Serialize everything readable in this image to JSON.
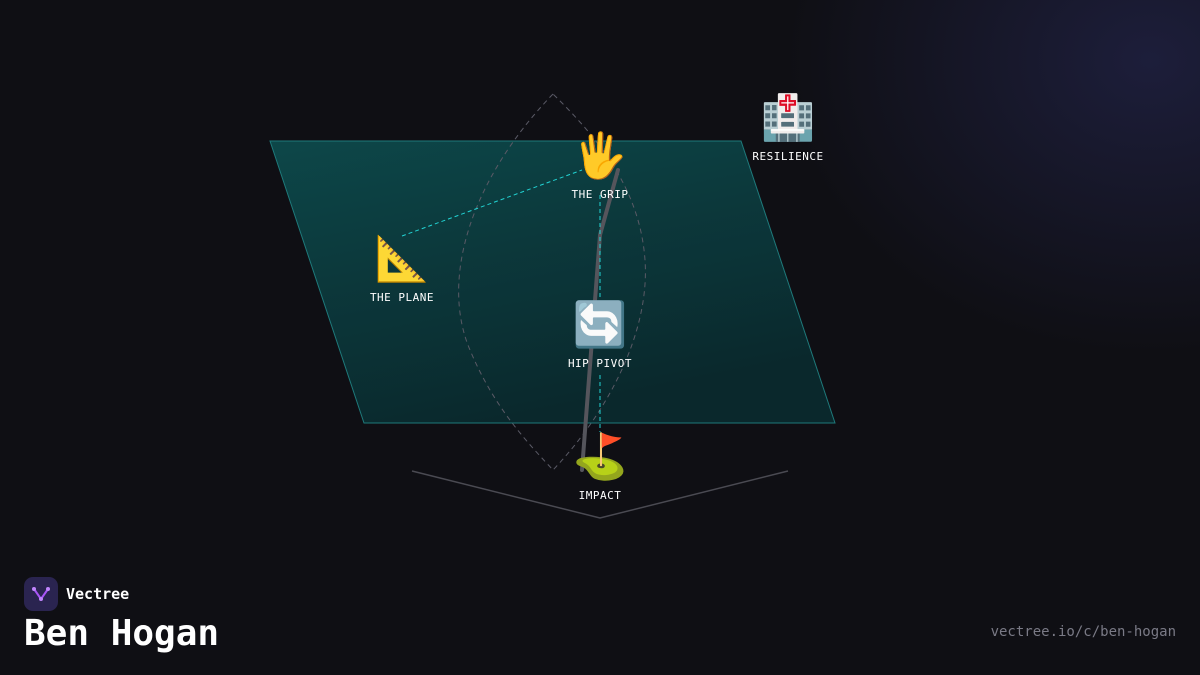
{
  "brand": {
    "name": "Vectree",
    "logo_icon": "vectree-logo-icon",
    "accent": "#a855f7"
  },
  "title": "Ben Hogan",
  "url": "vectree.io/c/ben-hogan",
  "colors": {
    "plane_fill": "#0b3a3d",
    "plane_stroke": "#1f7f80",
    "connector": "#22d3d3",
    "arc": "#5a5a66",
    "club": "#55555c",
    "base": "#4a4a52"
  },
  "nodes": [
    {
      "id": "the-grip",
      "label": "THE GRIP",
      "icon": "hand-icon",
      "glyph": "🖐️"
    },
    {
      "id": "resilience",
      "label": "RESILIENCE",
      "icon": "hospital-icon",
      "glyph": "🏥"
    },
    {
      "id": "the-plane",
      "label": "THE PLANE",
      "icon": "triangular-ruler-icon",
      "glyph": "📐"
    },
    {
      "id": "hip-pivot",
      "label": "HIP PIVOT",
      "icon": "rotate-arrows-icon",
      "glyph": "🔄"
    },
    {
      "id": "impact",
      "label": "IMPACT",
      "icon": "golf-flag-icon",
      "glyph": "⛳"
    }
  ],
  "connections": [
    {
      "from": "the-plane",
      "to": "the-grip"
    },
    {
      "from": "the-grip",
      "to": "hip-pivot"
    },
    {
      "from": "hip-pivot",
      "to": "impact"
    }
  ]
}
